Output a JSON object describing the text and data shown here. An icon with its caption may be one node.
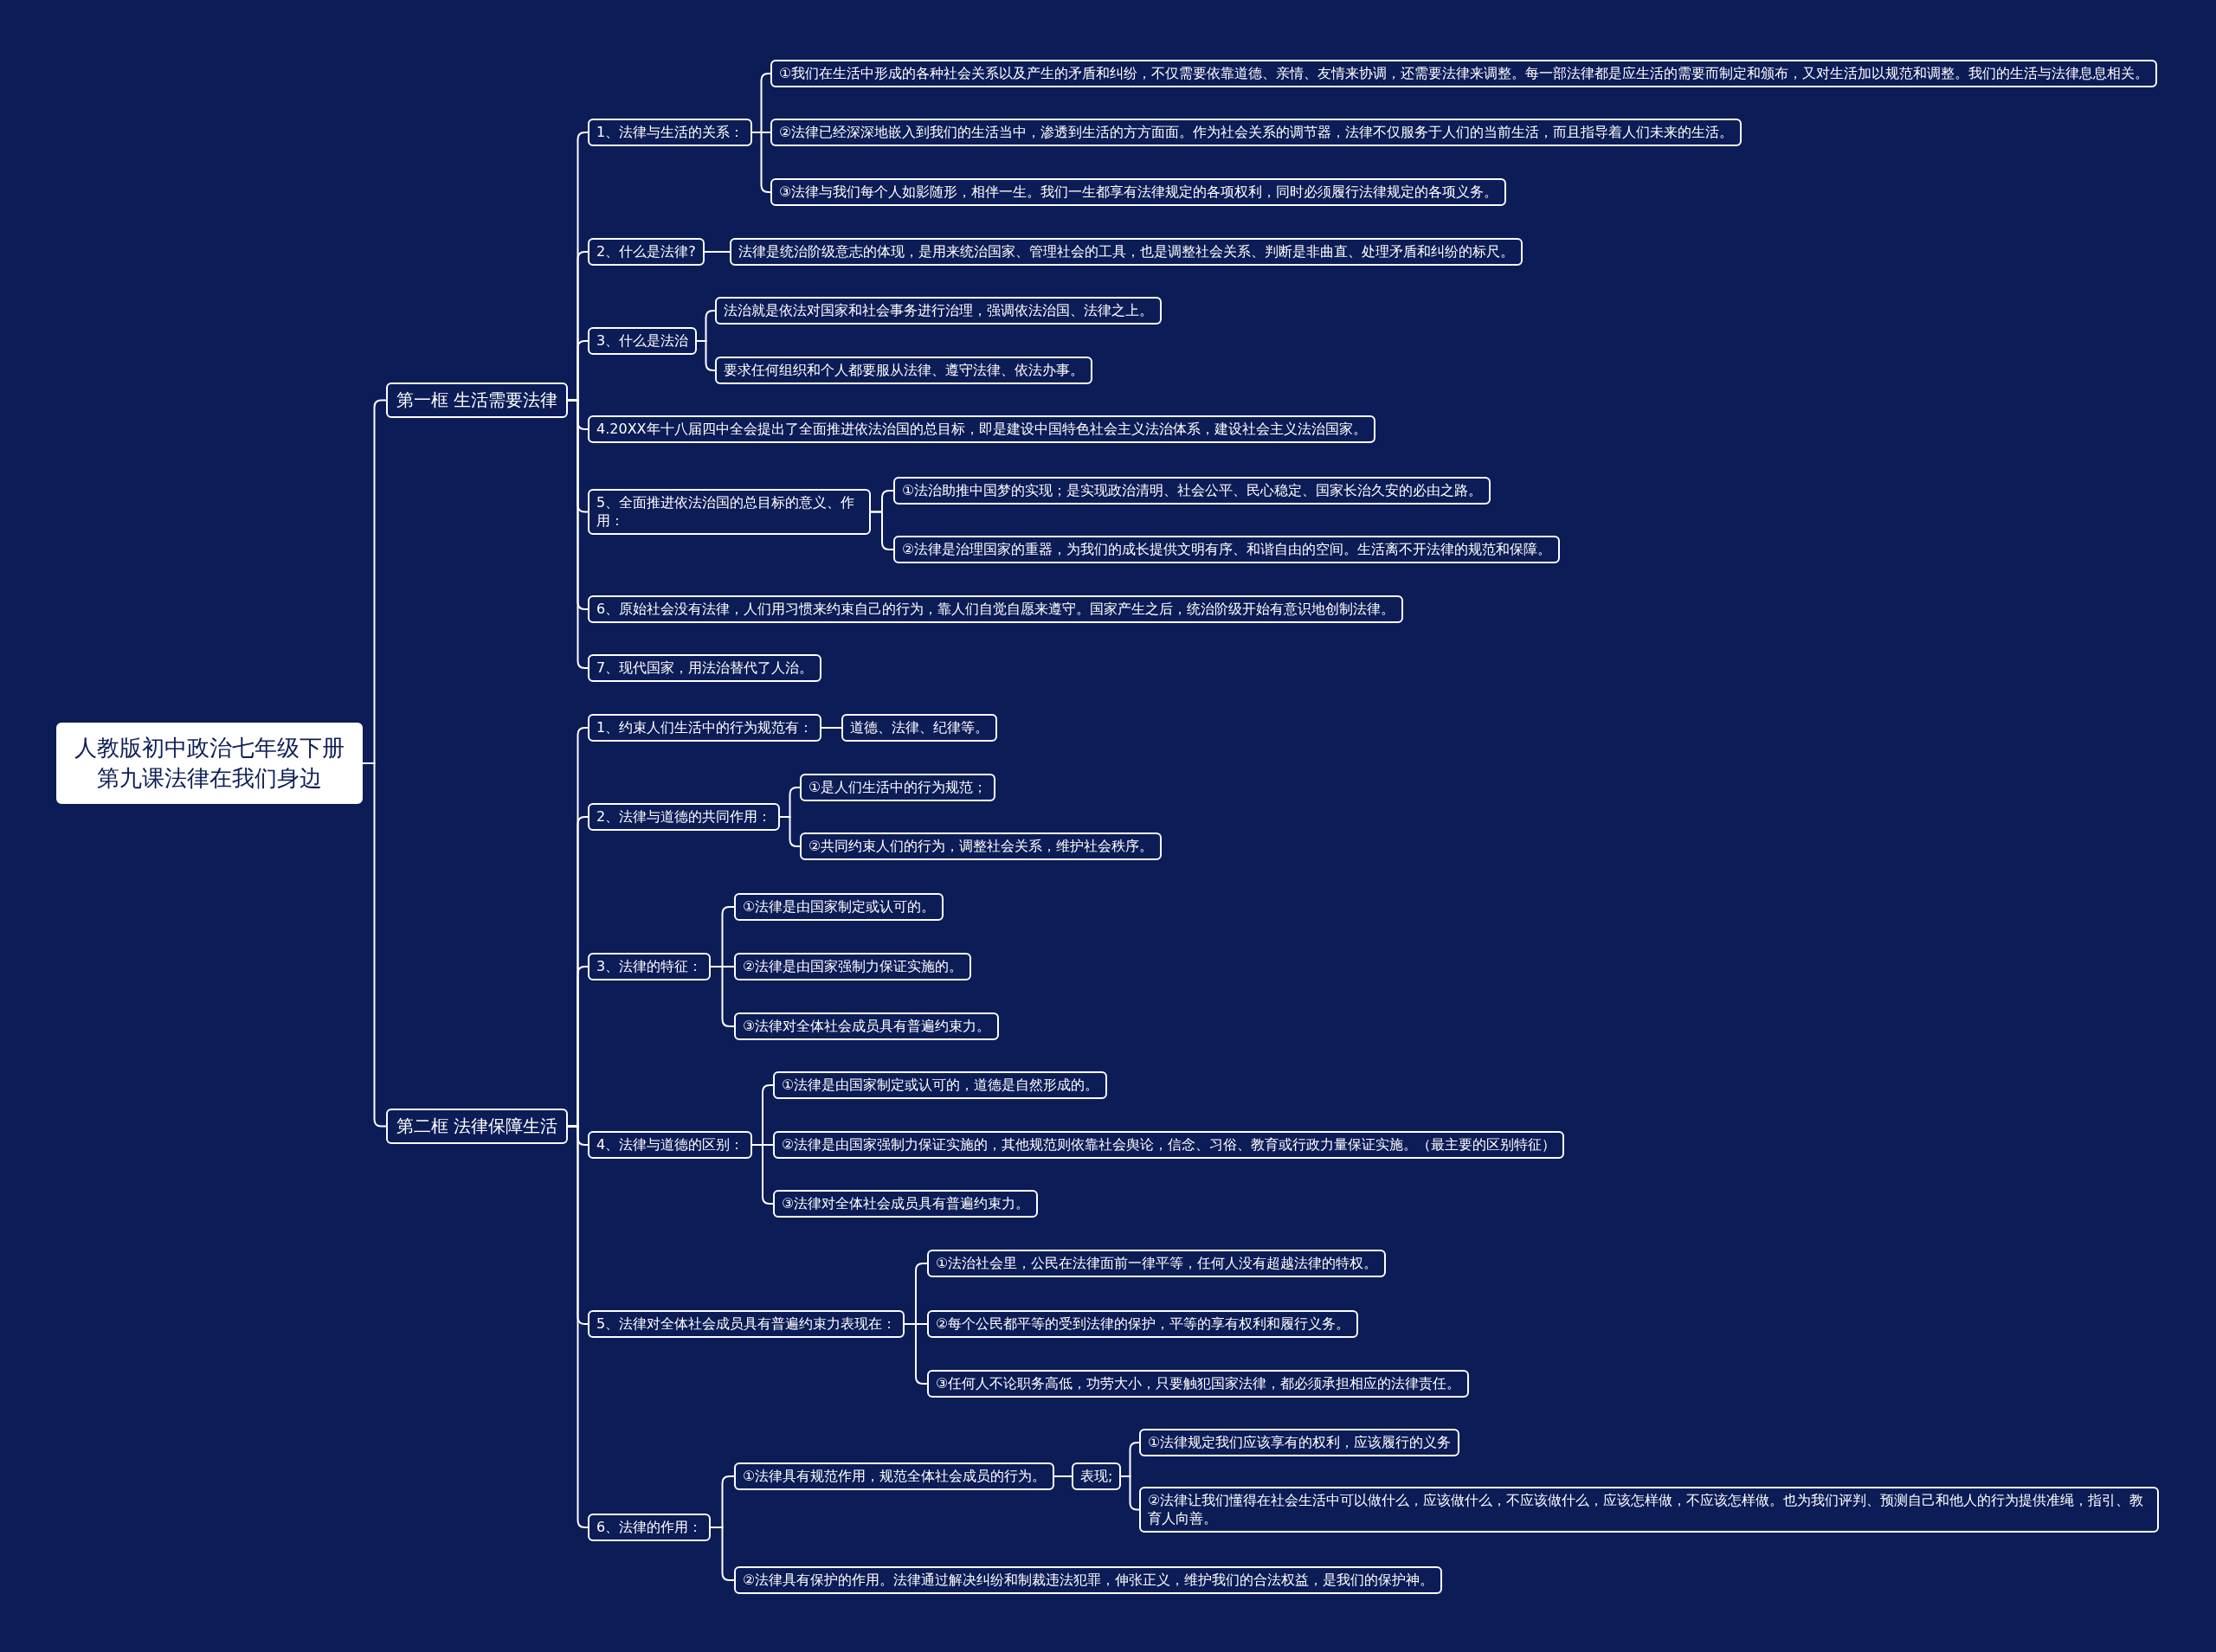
{
  "diagram": {
    "nodes": [
      {
        "text": [
          "人教版初中政治七年级下册第九课法律在我们身边"
        ]
      },
      {
        "text": [
          "第一框 生活需要法律"
        ]
      },
      {
        "text": [
          "1、法律与生活的关系："
        ]
      },
      {
        "text": [
          "①我们在生活中形成的各种社会关系以及产生的矛盾和纠纷，不仅需要依靠道德、亲情、友情来协调，还需要法律来调整。每一部法律都是应生活的需要而制定和颁布，又对生活加以规范和调整。我们的生活与法律息息相关。"
        ]
      },
      {
        "text": [
          "②法律已经深深地嵌入到我们的生活当中，渗透到生活的方方面面。作为社会关系的调节器，法律不仅服务于人们的当前生活，而且指导着人们未来的生活。"
        ]
      },
      {
        "text": [
          "③法律与我们每个人如影随形，相伴一生。我们一生都享有法律规定的各项权利，同时必须履行法律规定的各项义务。"
        ]
      },
      {
        "text": [
          "2、什么是法律?"
        ]
      },
      {
        "text": [
          "法律是统治阶级意志的体现，是用来统治国家、管理社会的工具，也是调整社会关系、判断是非曲直、处理矛盾和纠纷的标尺。"
        ]
      },
      {
        "text": [
          "3、什么是法治"
        ]
      },
      {
        "text": [
          "法治就是依法对国家和社会事务进行治理，强调依法治国、法律之上。"
        ]
      },
      {
        "text": [
          "要求任何组织和个人都要服从法律、遵守法律、依法办事。"
        ]
      },
      {
        "text": [
          "4.20XX年十八届四中全会提出了全面推进依法治国的总目标，即是建设中国特色社会主义法治体系，建设社会主义法治国家。"
        ]
      },
      {
        "text": [
          "5、全面推进依法治国的总目标的意义、作用："
        ]
      },
      {
        "text": [
          "①法治助推中国梦的实现；是实现政治清明、社会公平、民心稳定、国家长治久安的必由之路。"
        ]
      },
      {
        "text": [
          "②法律是治理国家的重器，为我们的成长提供文明有序、和谐自由的空间。生活离不开法律的规范和保障。"
        ]
      },
      {
        "text": [
          "6、原始社会没有法律，人们用习惯来约束自己的行为，靠人们自觉自愿来遵守。国家产生之后，统治阶级开始有意识地创制法律。"
        ]
      },
      {
        "text": [
          "7、现代国家，用法治替代了人治。"
        ]
      },
      {
        "text": [
          "第二框  法律保障生活"
        ]
      },
      {
        "text": [
          "1、约束人们生活中的行为规范有："
        ]
      },
      {
        "text": [
          "道德、法律、纪律等。"
        ]
      },
      {
        "text": [
          "2、法律与道德的共同作用："
        ]
      },
      {
        "text": [
          "①是人们生活中的行为规范；"
        ]
      },
      {
        "text": [
          "②共同约束人们的行为，调整社会关系，维护社会秩序。"
        ]
      },
      {
        "text": [
          "3、法律的特征："
        ]
      },
      {
        "text": [
          "①法律是由国家制定或认可的。"
        ]
      },
      {
        "text": [
          "②法律是由国家强制力保证实施的。"
        ]
      },
      {
        "text": [
          "③法律对全体社会成员具有普遍约束力。"
        ]
      },
      {
        "text": [
          "4、法律与道德的区别："
        ]
      },
      {
        "text": [
          "①法律是由国家制定或认可的，道德是自然形成的。"
        ]
      },
      {
        "text": [
          "②法律是由国家强制力保证实施的，其他规范则依靠社会舆论，信念、习俗、教育或行政力量保证实施。（最主要的区别特征）"
        ]
      },
      {
        "text": [
          "③法律对全体社会成员具有普遍约束力。"
        ]
      },
      {
        "text": [
          "5、法律对全体社会成员具有普遍约束力表现在："
        ]
      },
      {
        "text": [
          "①法治社会里，公民在法律面前一律平等，任何人没有超越法律的特权。"
        ]
      },
      {
        "text": [
          "②每个公民都平等的受到法律的保护，平等的享有权利和履行义务。"
        ]
      },
      {
        "text": [
          "③任何人不论职务高低，功劳大小，只要触犯国家法律，都必须承担相应的法律责任。"
        ]
      },
      {
        "text": [
          "6、法律的作用："
        ]
      },
      {
        "text": [
          "①法律具有规范作用，规范全体社会成员的行为。"
        ]
      },
      {
        "text": [
          "表现;"
        ]
      },
      {
        "text": [
          "①法律规定我们应该享有的权利，应该履行的义务"
        ]
      },
      {
        "text": [
          "②法律让我们懂得在社会生活中可以做什么，应该做什么，不应该做什么，应该怎样做，不应该怎样做。也为我们评判、预测自己和他人的行为提供准绳，指引、教育人向善。"
        ]
      },
      {
        "text": [
          "②法律具有保护的作用。法律通过解决纠纷和制裁违法犯罪，伸张正义，维护我们的合法权益，是我们的保护神。"
        ]
      }
    ],
    "edges": [
      {
        "from": 0,
        "to": 1,
        "arrow": "none"
      },
      {
        "from": 0,
        "to": 17,
        "arrow": "none"
      },
      {
        "from": 1,
        "to": 2,
        "arrow": "none"
      },
      {
        "from": 2,
        "to": 3,
        "arrow": "none"
      },
      {
        "from": 2,
        "to": 4,
        "arrow": "none"
      },
      {
        "from": 2,
        "to": 5,
        "arrow": "none"
      },
      {
        "from": 1,
        "to": 6,
        "arrow": "none"
      },
      {
        "from": 6,
        "to": 7,
        "arrow": "none"
      },
      {
        "from": 1,
        "to": 8,
        "arrow": "none"
      },
      {
        "from": 8,
        "to": 9,
        "arrow": "none"
      },
      {
        "from": 8,
        "to": 10,
        "arrow": "none"
      },
      {
        "from": 1,
        "to": 11,
        "arrow": "none"
      },
      {
        "from": 1,
        "to": 12,
        "arrow": "none"
      },
      {
        "from": 12,
        "to": 13,
        "arrow": "none"
      },
      {
        "from": 12,
        "to": 14,
        "arrow": "none"
      },
      {
        "from": 1,
        "to": 15,
        "arrow": "none"
      },
      {
        "from": 1,
        "to": 16,
        "arrow": "none"
      },
      {
        "from": 17,
        "to": 18,
        "arrow": "none"
      },
      {
        "from": 18,
        "to": 19,
        "arrow": "none"
      },
      {
        "from": 17,
        "to": 20,
        "arrow": "none"
      },
      {
        "from": 20,
        "to": 21,
        "arrow": "none"
      },
      {
        "from": 20,
        "to": 22,
        "arrow": "none"
      },
      {
        "from": 17,
        "to": 23,
        "arrow": "none"
      },
      {
        "from": 23,
        "to": 24,
        "arrow": "none"
      },
      {
        "from": 23,
        "to": 25,
        "arrow": "none"
      },
      {
        "from": 23,
        "to": 26,
        "arrow": "none"
      },
      {
        "from": 17,
        "to": 27,
        "arrow": "none"
      },
      {
        "from": 27,
        "to": 28,
        "arrow": "none"
      },
      {
        "from": 27,
        "to": 29,
        "arrow": "none"
      },
      {
        "from": 27,
        "to": 30,
        "arrow": "none"
      },
      {
        "from": 17,
        "to": 31,
        "arrow": "none"
      },
      {
        "from": 31,
        "to": 32,
        "arrow": "none"
      },
      {
        "from": 31,
        "to": 33,
        "arrow": "none"
      },
      {
        "from": 31,
        "to": 34,
        "arrow": "none"
      },
      {
        "from": 17,
        "to": 35,
        "arrow": "none"
      },
      {
        "from": 35,
        "to": 36,
        "arrow": "none"
      },
      {
        "from": 36,
        "to": 37,
        "arrow": "none"
      },
      {
        "from": 37,
        "to": 38,
        "arrow": "none"
      },
      {
        "from": 37,
        "to": 39,
        "arrow": "none"
      },
      {
        "from": 35,
        "to": 40,
        "arrow": "none"
      }
    ]
  }
}
